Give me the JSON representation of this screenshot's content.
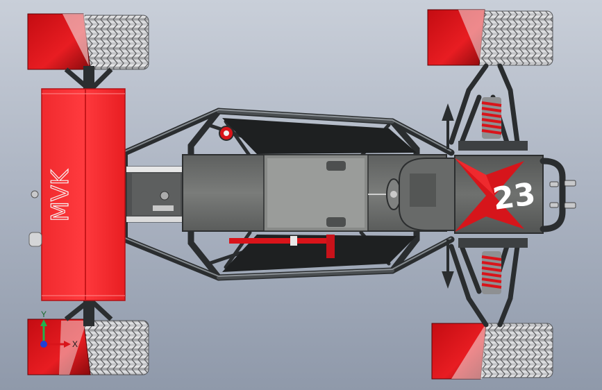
{
  "model": {
    "side_panel_text": "MVK",
    "car_number": "23"
  },
  "triad": {
    "y_label": "Y",
    "x_label": "X"
  },
  "colors": {
    "background_top": "#c9cfd9",
    "background_bottom": "#8f99aa",
    "panel_red": "#ee1c22",
    "dark_red": "#b00e12",
    "tube_dark": "#2f3336",
    "body_gray": "#6e706e",
    "tire_gray": "#b9babc"
  }
}
